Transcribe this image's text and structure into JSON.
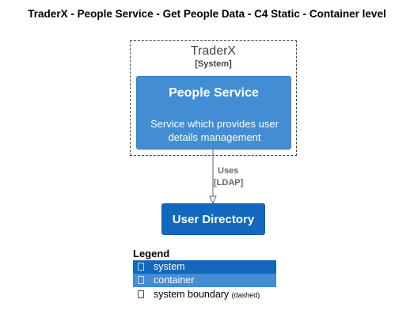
{
  "diagram": {
    "title": "TraderX - People Service - Get People Data - C4 Static - Container level"
  },
  "boundary": {
    "name": "TraderX",
    "type": "[System]"
  },
  "container": {
    "name": "People Service",
    "description": "Service which provides user details management"
  },
  "external_system": {
    "name": "User Directory"
  },
  "relationship": {
    "label": "Uses",
    "technology": "[LDAP]"
  },
  "legend": {
    "title": "Legend",
    "items": [
      {
        "label": "system",
        "color": "#1168bd"
      },
      {
        "label": "container",
        "color": "#438dd5"
      },
      {
        "label": "system boundary",
        "note": "(dashed)"
      }
    ]
  },
  "colors": {
    "system": "#1168bd",
    "container": "#438dd5",
    "boundary_line": "#444444",
    "relation_line": "#666666"
  }
}
